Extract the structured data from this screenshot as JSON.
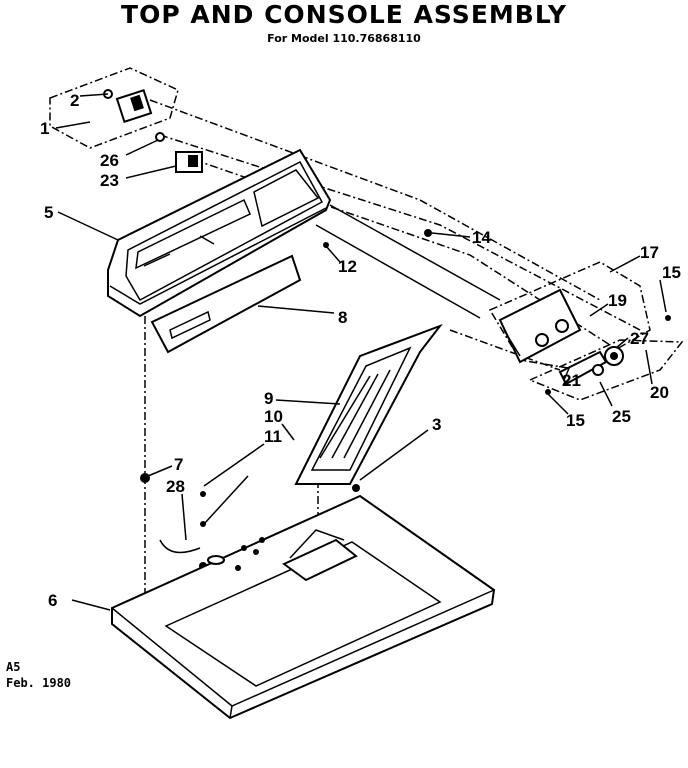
{
  "header": {
    "title": "TOP AND CONSOLE ASSEMBLY",
    "subtitle": "For Model 110.76868110"
  },
  "footer": {
    "code": "A5",
    "date": "Feb. 1980"
  },
  "callouts": [
    "1",
    "2",
    "3",
    "5",
    "6",
    "7",
    "8",
    "9",
    "10",
    "11",
    "12",
    "14",
    "15",
    "15",
    "17",
    "19",
    "20",
    "21",
    "23",
    "25",
    "26",
    "27",
    "28"
  ]
}
